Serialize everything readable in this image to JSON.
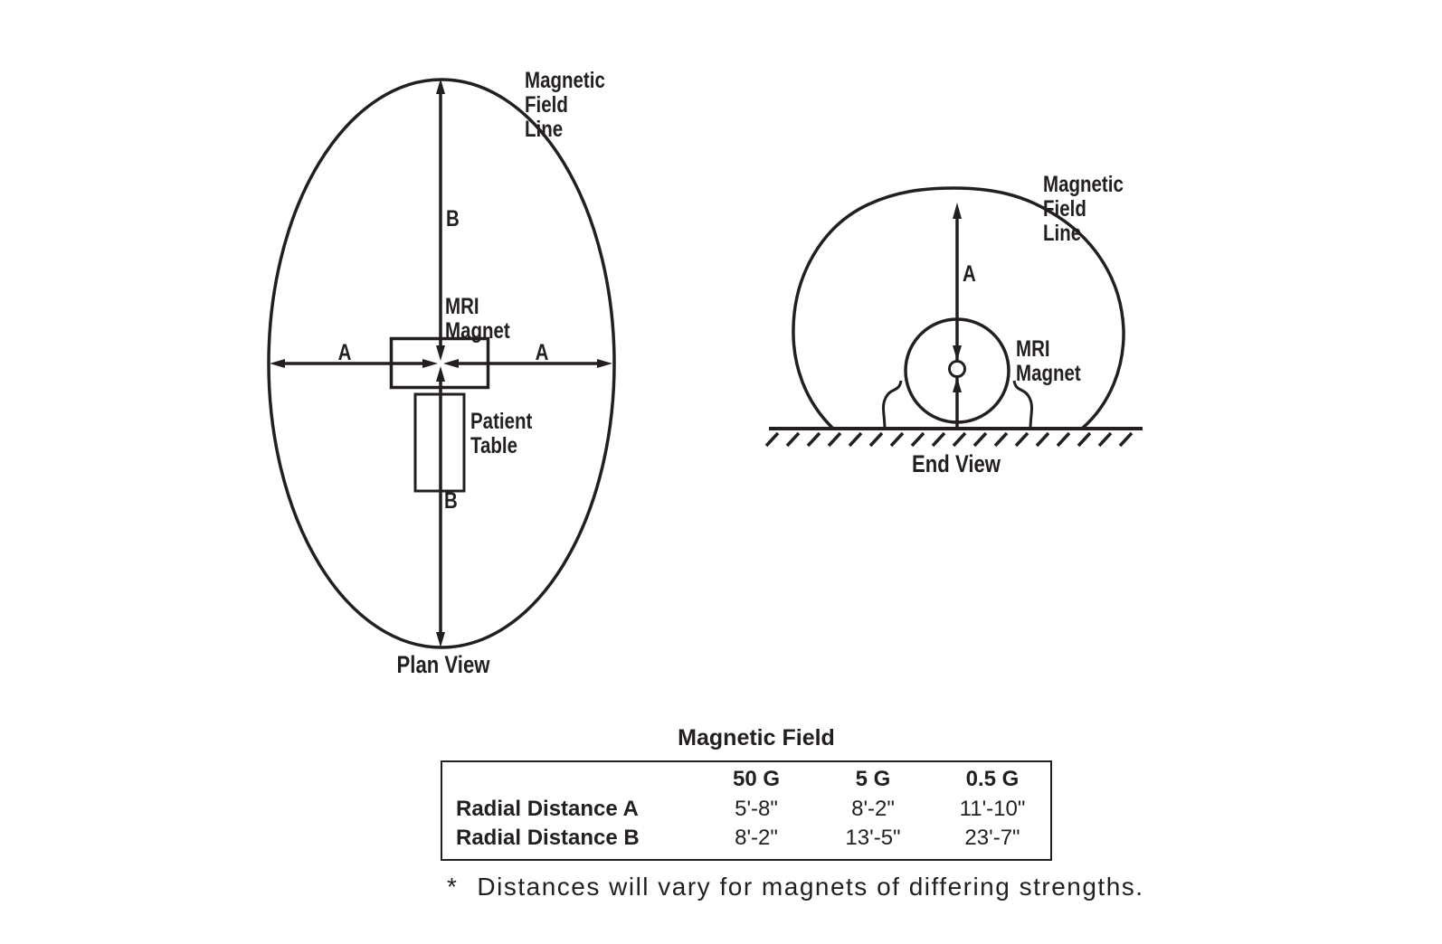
{
  "figure": {
    "ink_color": "#231f20",
    "background_color": "#ffffff"
  },
  "plan_view": {
    "field_line_label": "Magnetic Field Line",
    "b_upper": "B",
    "b_lower": "B",
    "a_left": "A",
    "a_right": "A",
    "magnet_label": "MRI Magnet",
    "patient_table_label": "Patient Table",
    "caption": "Plan View"
  },
  "end_view": {
    "field_line_label": "Magnetic Field Line",
    "a_label": "A",
    "magnet_label": "MRI Magnet",
    "caption": "End View"
  },
  "table": {
    "title": "Magnetic Field",
    "col_headers": [
      "50 G",
      "5 G",
      "0.5 G"
    ],
    "rows": [
      {
        "label": "Radial Distance A",
        "values": [
          "5'-8\"",
          "8'-2\"",
          "11'-10\""
        ]
      },
      {
        "label": "Radial Distance B",
        "values": [
          "8'-2\"",
          "13'-5\"",
          "23'-7\""
        ]
      }
    ]
  },
  "footnote": {
    "marker": "*",
    "text": "Distances will vary for magnets of differing strengths."
  },
  "chart_data": {
    "type": "table",
    "title": "Magnetic Field",
    "columns": [
      "50 G",
      "5 G",
      "0.5 G"
    ],
    "rows": [
      {
        "label": "Radial Distance A",
        "values": [
          "5'-8\"",
          "8'-2\"",
          "11'-10\""
        ]
      },
      {
        "label": "Radial Distance B",
        "values": [
          "8'-2\"",
          "13'-5\"",
          "23'-7\""
        ]
      }
    ],
    "note": "Distances will vary for magnets of differing strengths."
  }
}
